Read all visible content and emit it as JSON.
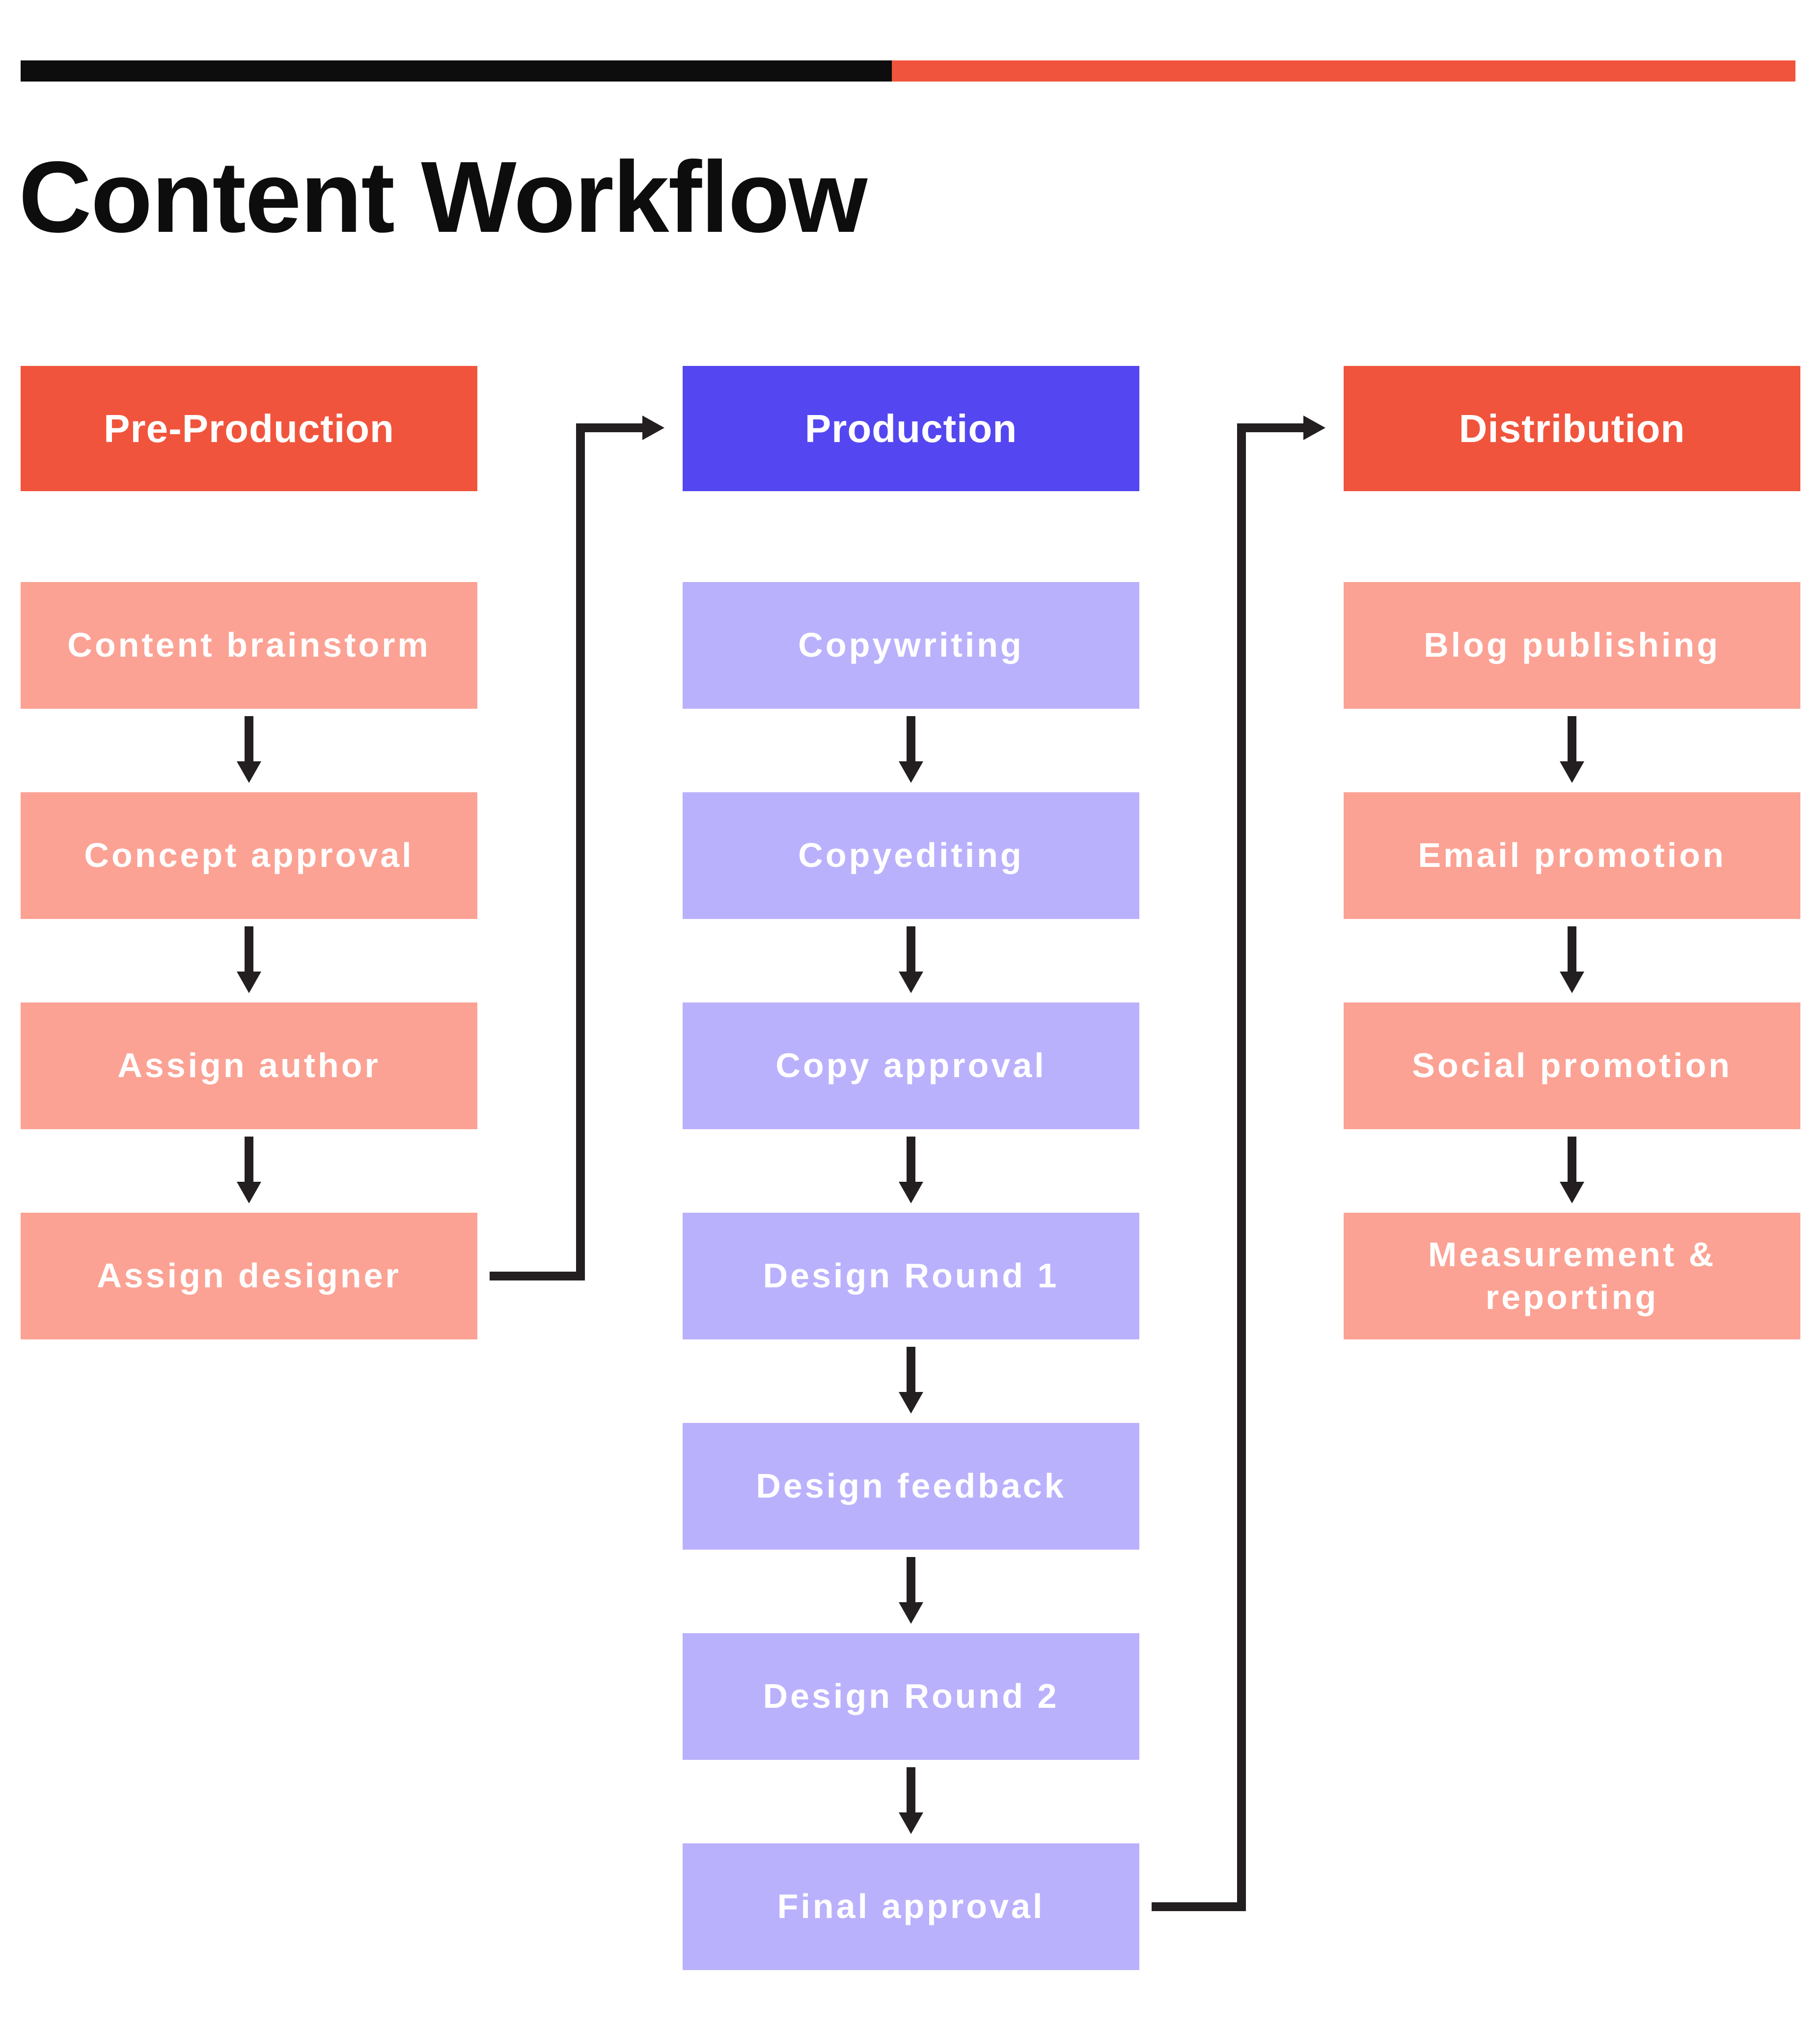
{
  "page": {
    "title": "Content Workflow",
    "background_color": "#ffffff"
  },
  "top_bar": {
    "left_segment_color": "#0d0d0d",
    "right_segment_color": "#f1543c"
  },
  "colors": {
    "accent_red": "#f1543c",
    "accent_blue": "#5447f1",
    "step_salmon": "#fba294",
    "step_lavender": "#bab1fd",
    "connector_black": "#231f20",
    "box_text": "#ffffff",
    "title_text": "#0d0d0d"
  },
  "columns": [
    {
      "id": "pre-production",
      "header": {
        "label": "Pre-Production",
        "bg": "#f1543c",
        "text_color": "#ffffff"
      },
      "step_bg": "#fba294",
      "steps": [
        "Content brainstorm",
        "Concept approval",
        "Assign author",
        "Assign designer"
      ]
    },
    {
      "id": "production",
      "header": {
        "label": "Production",
        "bg": "#5447f1",
        "text_color": "#ffffff"
      },
      "step_bg": "#bab1fd",
      "steps": [
        "Copywriting",
        "Copyediting",
        "Copy approval",
        "Design Round 1",
        "Design feedback",
        "Design Round 2",
        "Final approval"
      ]
    },
    {
      "id": "distribution",
      "header": {
        "label": "Distribution",
        "bg": "#f1543c",
        "text_color": "#ffffff"
      },
      "step_bg": "#fba294",
      "steps": [
        "Blog publishing",
        "Email promotion",
        "Social promotion",
        "Measurement & reporting"
      ]
    }
  ],
  "connectors": [
    {
      "from": "Assign designer",
      "to": "Production",
      "shape": "right-up-right-elbow-arrow"
    },
    {
      "from": "Final approval",
      "to": "Distribution",
      "shape": "right-up-right-elbow-arrow"
    }
  ],
  "icons": {
    "down_arrow": "down-arrow-icon",
    "right_arrowhead": "right-arrowhead-icon"
  }
}
